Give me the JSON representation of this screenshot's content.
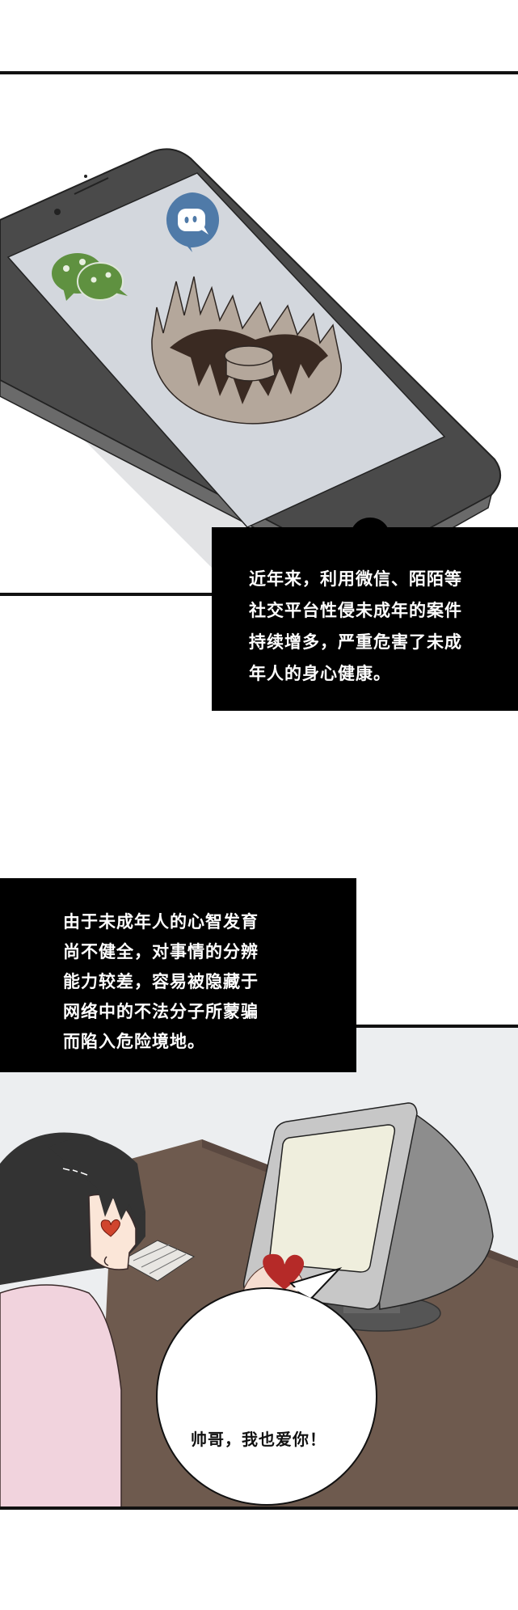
{
  "comic": {
    "panel1": {
      "description": "smartphone with social app icons and a bear trap on screen",
      "icons": [
        "wechat-icon",
        "momo-icon",
        "bear-trap-icon"
      ],
      "caption": {
        "lines": [
          "近年来，利用微信、陌陌等",
          "社交平台性侵未成年的案件",
          "持续增多，严重危害了未成",
          "年人的身心健康。"
        ]
      }
    },
    "panel2": {
      "description": "girl with heart eyes in front of a computer monitor offering a heart",
      "caption": {
        "lines": [
          "由于未成年人的心智发育",
          "尚不健全，对事情的分辨",
          "能力较差，容易被隐藏于",
          "网络中的不法分子所蒙骗",
          "而陷入危险境地。"
        ]
      },
      "speech_bubble": {
        "text": "帅哥，我也爱你！"
      }
    },
    "colors": {
      "caption_bg": "#000000",
      "caption_text": "#ffffff",
      "panel_border": "#111111",
      "phone_body": "#444444",
      "phone_screen": "#d3d7dd",
      "wechat_green": "#5f9140",
      "momo_blue": "#4f7aa8",
      "trap_tan": "#b4a79b",
      "trap_dark": "#3a2a22",
      "panel2_bg": "#eceef0",
      "desk_brown": "#6e5a4e",
      "shirt_pink": "#f1d3dd",
      "hair": "#333333",
      "heart_red": "#c0392b",
      "monitor_gray": "#9a9a9a",
      "monitor_screen": "#efeedd"
    }
  }
}
